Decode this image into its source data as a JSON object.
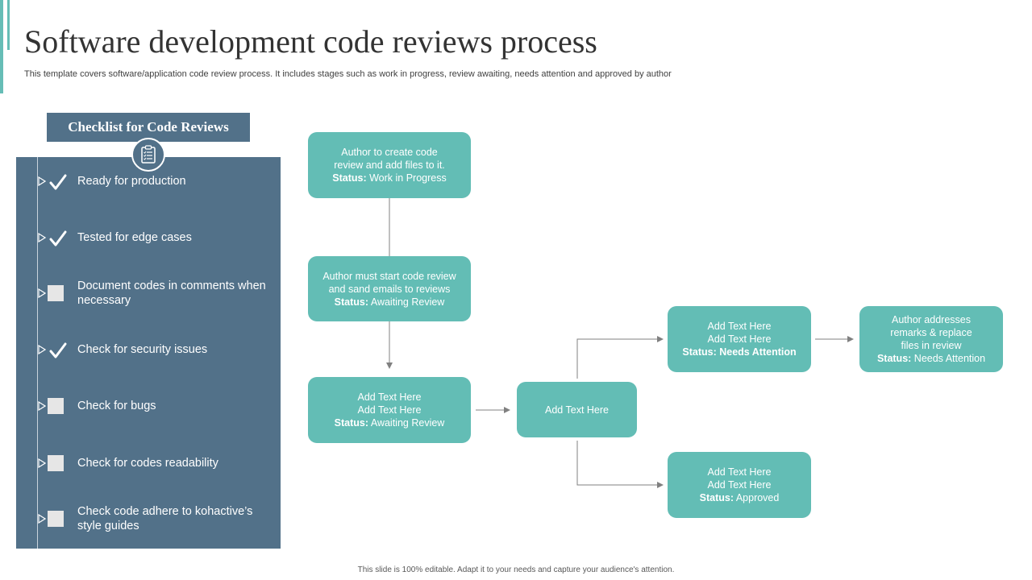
{
  "header": {
    "title": "Software development code reviews process",
    "subtitle": "This template covers software/application code review process. It includes stages such as work in progress, review awaiting, needs attention and approved by author"
  },
  "checklist": {
    "title": "Checklist for Code Reviews",
    "icon": "clipboard-checklist-icon",
    "items": [
      {
        "label": "Ready for production",
        "checked": true
      },
      {
        "label": "Tested for edge cases",
        "checked": true
      },
      {
        "label": "Document codes in comments when necessary",
        "checked": false
      },
      {
        "label": "Check for security issues",
        "checked": true
      },
      {
        "label": "Check for bugs",
        "checked": false
      },
      {
        "label": "Check for codes readability",
        "checked": false
      },
      {
        "label": "Check code adhere to kohactive’s style guides",
        "checked": false
      }
    ]
  },
  "flow": {
    "status_prefix": "Status:",
    "nodes": {
      "n1": {
        "line1": "Author to create code",
        "line2": "review  and add files to it.",
        "status": "Work in Progress"
      },
      "n2": {
        "line1": "Author must start code review",
        "line2": "and sand emails to reviews",
        "status": "Awaiting Review"
      },
      "n3": {
        "line1": "Add Text Here",
        "line2": "Add Text Here",
        "status": "Awaiting Review"
      },
      "n4": {
        "line1": "Add Text Here"
      },
      "n5": {
        "line1": "Add Text Here",
        "line2": "Add Text Here",
        "status": "Needs Attention"
      },
      "n6": {
        "line1": "Author addresses",
        "line2": "remarks & replace",
        "line3": "files in review",
        "status": "Needs Attention"
      },
      "n7": {
        "line1": "Add Text Here",
        "line2": "Add Text Here",
        "status": "Approved"
      }
    }
  },
  "footer": {
    "text": "This slide is 100% editable. Adapt it to your needs and capture your audience's attention."
  },
  "colors": {
    "panel": "#527189",
    "node": "#63bdb5",
    "accent": "#66bdb6"
  }
}
